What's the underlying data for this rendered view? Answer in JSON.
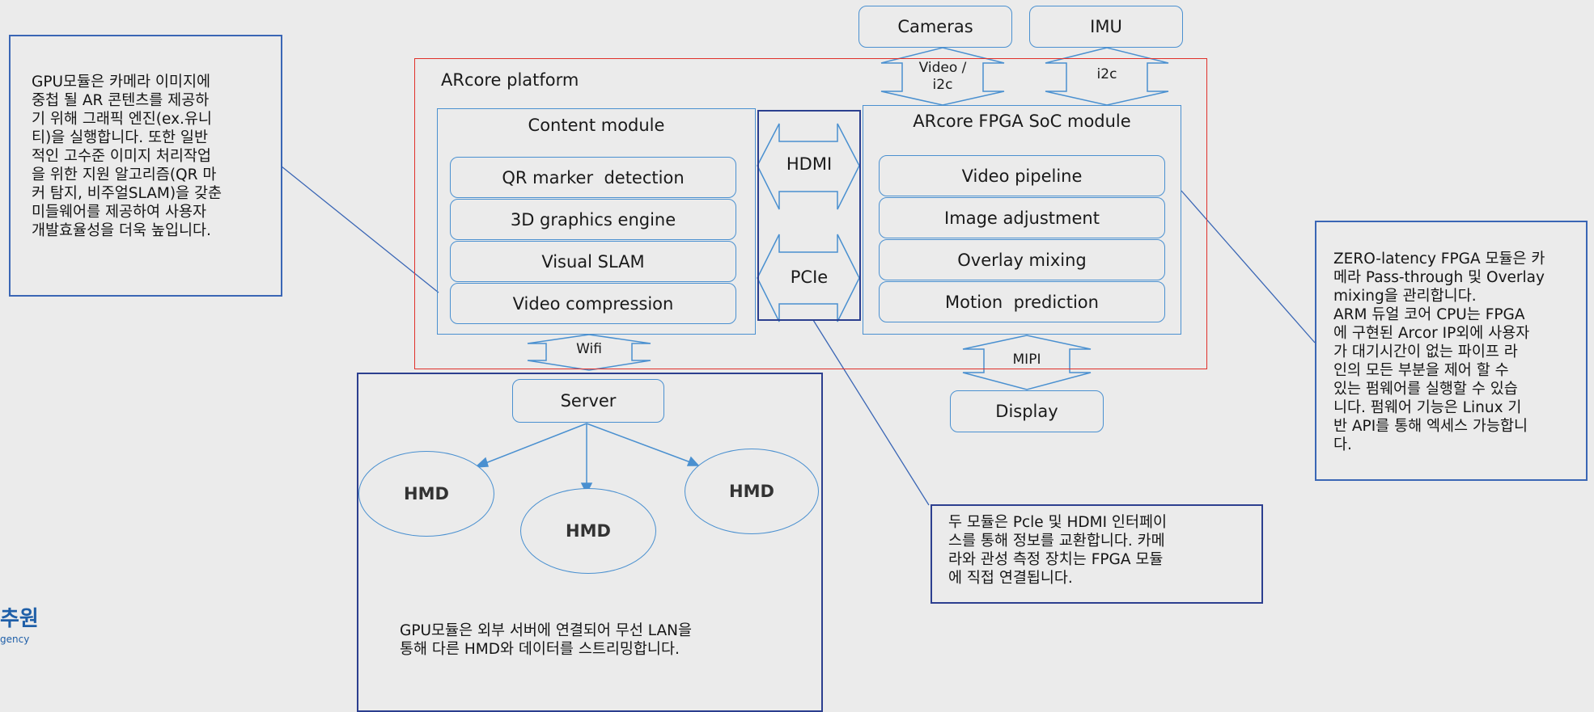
{
  "notes": {
    "left": "GPU모듈은 카메라 이미지에\n중첩 될 AR 콘텐츠를 제공하\n기 위해 그래픽 엔진(ex.유니\n티)을 실행합니다. 또한 일반\n적인 고수준 이미지 처리작업\n을 위한 지원 알고리즘(QR 마\n커 탐지, 비주얼SLAM)을 갖춘\n미들웨어를 제공하여 사용자\n개발효율성을 더욱 높입니다.",
    "right": "ZERO-latency FPGA 모듈은 카\n메라 Pass-through 및 Overlay\nmixing을 관리합니다.\nARM 듀얼 코어 CPU는 FPGA\n에 구현된 Arcor IP외에 사용자\n가 대기시간이 없는 파이프 라\n인의 모든 부분을 제어 할 수\n있는 펌웨어를 실행할 수 있습\n니다. 펌웨어 기능은 Linux 기\n반 API를 통해 엑세스 가능합니\n다.",
    "bottom_right": "두 모듈은 Pcle 및 HDMI 인터페이\n스를 통해 정보를 교환합니다. 카메\n라와 관성 측정 장치는 FPGA 모듈\n에 직접 연결됩니다.",
    "bottom_center": "GPU모듈은 외부 서버에 연결되어 무선 LAN을\n통해 다른 HMD와 데이터를 스트리밍합니다."
  },
  "platform": {
    "title": "ARcore platform",
    "content_module": {
      "title": "Content module",
      "items": [
        "QR marker  detection",
        "3D graphics engine",
        "Visual SLAM",
        "Video compression"
      ]
    },
    "fpga_module": {
      "title": "ARcore FPGA SoC module",
      "items": [
        "Video pipeline",
        "Image adjustment",
        "Overlay mixing",
        "Motion  prediction"
      ]
    },
    "interfaces": {
      "hdmi": "HDMI",
      "pcie": "PCIe"
    }
  },
  "peripherals": {
    "cameras": "Cameras",
    "imu": "IMU",
    "display": "Display",
    "server": "Server",
    "hmds": [
      "HMD",
      "HMD",
      "HMD"
    ]
  },
  "links": {
    "video_i2c": "Video /\ni2c",
    "i2c": "i2c",
    "wifi": "Wifi",
    "mipi": "MIPI"
  },
  "logo": {
    "line1": "추원",
    "line2": "gency"
  },
  "colors": {
    "box_border": "#4a90d0",
    "platform_border": "#e0302a",
    "note_border": "#3a66b5",
    "dark_border": "#2c3f8f"
  }
}
